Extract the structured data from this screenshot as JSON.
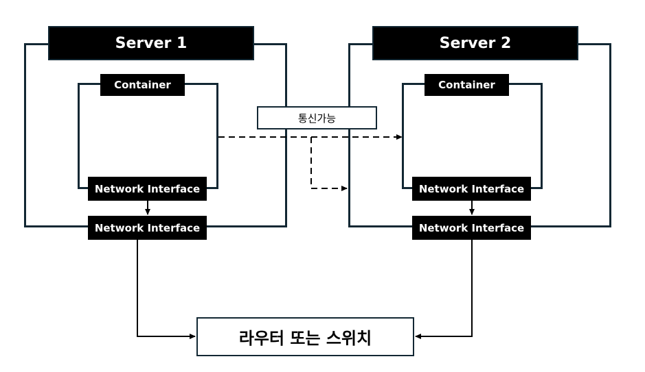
{
  "servers": [
    {
      "title": "Server 1",
      "container": "Container",
      "container_nic": "Network Interface",
      "host_nic": "Network Interface"
    },
    {
      "title": "Server 2",
      "container": "Container",
      "container_nic": "Network Interface",
      "host_nic": "Network Interface"
    }
  ],
  "communication_label": "통신가능",
  "router_label": "라우터 또는 스위치",
  "colors": {
    "frame": "#122733",
    "label_bg": "#000000",
    "label_text": "#ffffff",
    "background": "#ffffff"
  }
}
